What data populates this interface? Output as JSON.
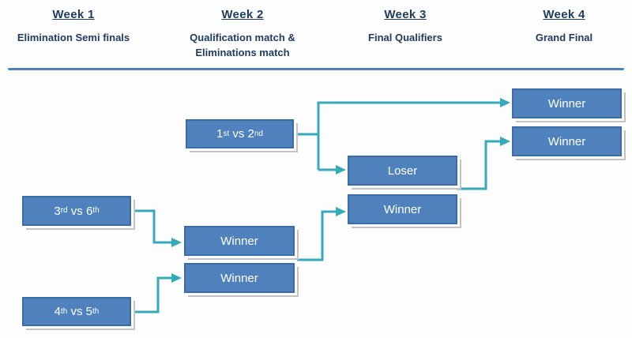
{
  "header": {
    "weeks": [
      {
        "title": "Week 1",
        "subtitle": "Elimination Semi finals"
      },
      {
        "title": "Week 2",
        "subtitle": "Qualification match & Eliminations match"
      },
      {
        "title": "Week 3",
        "subtitle": "Final Qualifiers"
      },
      {
        "title": "Week 4",
        "subtitle": "Grand Final"
      }
    ]
  },
  "bracket": {
    "match_1v2": {
      "base1": "1",
      "sup1": "st",
      "mid": " vs 2",
      "sup2": "nd"
    },
    "match_3v6": {
      "base1": "3",
      "sup1": "rd",
      "mid": " vs 6",
      "sup2": "th"
    },
    "match_4v5": {
      "base1": "4",
      "sup1": "th",
      "mid": " vs 5",
      "sup2": "th"
    },
    "week2_winner_top": "Winner",
    "week2_winner_bottom": "Winner",
    "week3_loser": "Loser",
    "week3_winner": "Winner",
    "week4_winner_top": "Winner",
    "week4_winner_bottom": "Winner"
  },
  "connections": [
    {
      "from": "match_1v2",
      "to": "week4_winner_top"
    },
    {
      "from": "match_1v2",
      "to": "week3_loser"
    },
    {
      "from": "match_3v6",
      "to": "week2_winner_top"
    },
    {
      "from": "match_4v5",
      "to": "week2_winner_bottom"
    },
    {
      "from": "week2_winner_pair",
      "to": "week3_winner"
    },
    {
      "from": "week3_pair",
      "to": "week4_winner_bottom"
    }
  ],
  "colors": {
    "header_text": "#1F3C61",
    "divider": "#4F81BD",
    "box_fill": "#4F81BD",
    "box_border": "#3B6CA5",
    "box_text": "#FFFFFF",
    "connector": "#35AABC",
    "shadow": "#C3C3C3",
    "background": "#FDFDFD"
  }
}
